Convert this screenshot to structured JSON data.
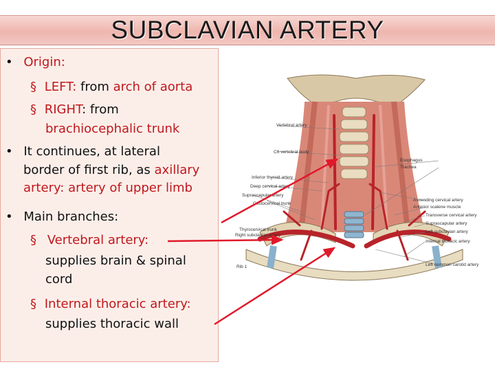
{
  "title": "SUBCLAVIAN ARTERY",
  "bullets": {
    "origin": {
      "label": "Origin:",
      "left_label": "LEFT:",
      "left_text": " from ",
      "left_value": "arch of aorta",
      "right_label": "RIGHT",
      "right_text": ": from",
      "right_value": "brachiocephalic trunk"
    },
    "continues": {
      "line1": "It continues, at lateral",
      "line2a": "border of first rib, as ",
      "line2b": "axillary",
      "line3": "artery: artery of upper limb"
    },
    "branches": {
      "label": "Main branches:",
      "vertebral_label": "Vertebral artery:",
      "vertebral_text1": "supplies ",
      "vertebral_text2": "brain & spinal",
      "vertebral_text3": "cord",
      "internal_label": "Internal thoracic artery:",
      "internal_text1": "supplies ",
      "internal_text2": "thoracic wall"
    }
  },
  "diagram_labels": {
    "vertebral_artery": "Vertebral artery",
    "c6_body": "C6 vertebral body",
    "inferior_thyroid": "Inferior thyroid artery",
    "deep_cervical": "Deep cervical artery",
    "suprascapular": "Suprascapular artery",
    "costocervical": "Costocervical trunk",
    "thyrocervical": "Thyrocervical trunk",
    "right_subclavian": "Right subclavian artery",
    "rib1": "Rib 1",
    "esophagus": "Esophagus",
    "trachea": "Trachea",
    "ascending_cervical": "Ascending cervical artery",
    "anterior_scalene": "Anterior scalene muscle",
    "transverse_cervical": "Transverse cervical artery",
    "suprascapular_r": "Suprascapular artery",
    "left_subclavian": "Left subclavian artery",
    "internal_thoracic": "Internal thoracic artery",
    "left_common_carotid": "Left common carotid artery"
  },
  "colors": {
    "accent_red": "#c0181c",
    "title_bg": "#eeb6ae",
    "panel_bg": "#fbeee9"
  }
}
